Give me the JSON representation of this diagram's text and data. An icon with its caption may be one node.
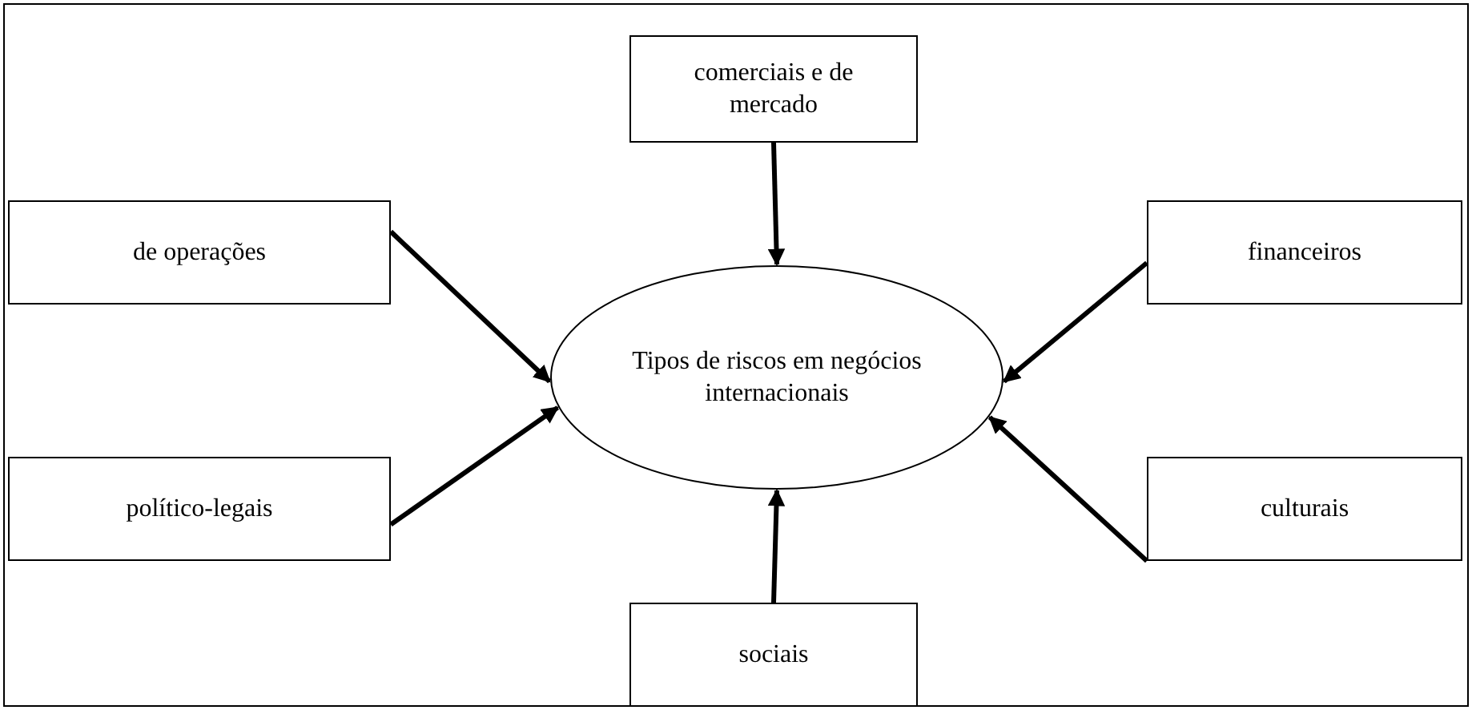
{
  "diagram": {
    "nodes": [
      {
        "text": [
          "comerciais e de mercado"
        ]
      },
      {
        "text": [
          "de operações"
        ]
      },
      {
        "text": [
          "financeiros"
        ]
      },
      {
        "text": [
          "Tipos de riscos em negócios internacionais"
        ]
      },
      {
        "text": [
          "político-legais"
        ]
      },
      {
        "text": [
          "culturais"
        ]
      },
      {
        "text": [
          "sociais"
        ]
      }
    ],
    "edges": [
      {
        "from": 0,
        "to": 3,
        "arrow": "to"
      },
      {
        "from": 1,
        "to": 3,
        "arrow": "to"
      },
      {
        "from": 2,
        "to": 3,
        "arrow": "to"
      },
      {
        "from": 4,
        "to": 3,
        "arrow": "to"
      },
      {
        "from": 5,
        "to": 3,
        "arrow": "to"
      },
      {
        "from": 6,
        "to": 3,
        "arrow": "to"
      }
    ]
  }
}
